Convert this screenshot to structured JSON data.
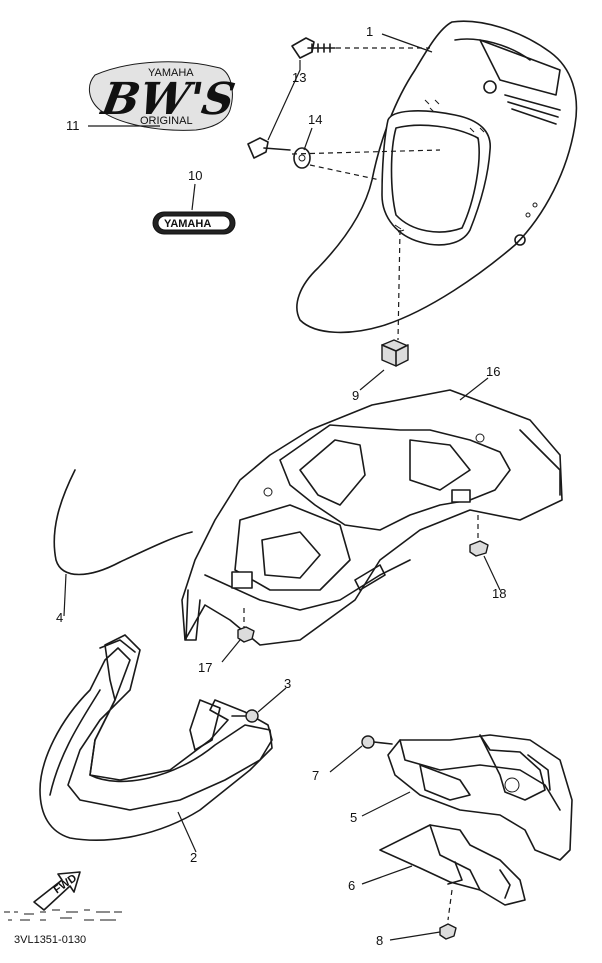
{
  "diagram": {
    "drawing_code": "3VL1351-0130",
    "fwd_label": "FWD",
    "decal_bws_text": "BW'S",
    "decal_bws_small": "YAMAHA",
    "decal_bws_sub": "ORIGINAL",
    "emblem_text": "YAMAHA",
    "callouts": [
      {
        "id": "1",
        "label": "1"
      },
      {
        "id": "2",
        "label": "2"
      },
      {
        "id": "3",
        "label": "3"
      },
      {
        "id": "4",
        "label": "4"
      },
      {
        "id": "5",
        "label": "5"
      },
      {
        "id": "6",
        "label": "6"
      },
      {
        "id": "7",
        "label": "7"
      },
      {
        "id": "8",
        "label": "8"
      },
      {
        "id": "9",
        "label": "9"
      },
      {
        "id": "10",
        "label": "10"
      },
      {
        "id": "11",
        "label": "11"
      },
      {
        "id": "13",
        "label": "13"
      },
      {
        "id": "14",
        "label": "14"
      },
      {
        "id": "16",
        "label": "16"
      },
      {
        "id": "17",
        "label": "17"
      },
      {
        "id": "18",
        "label": "18"
      }
    ]
  }
}
